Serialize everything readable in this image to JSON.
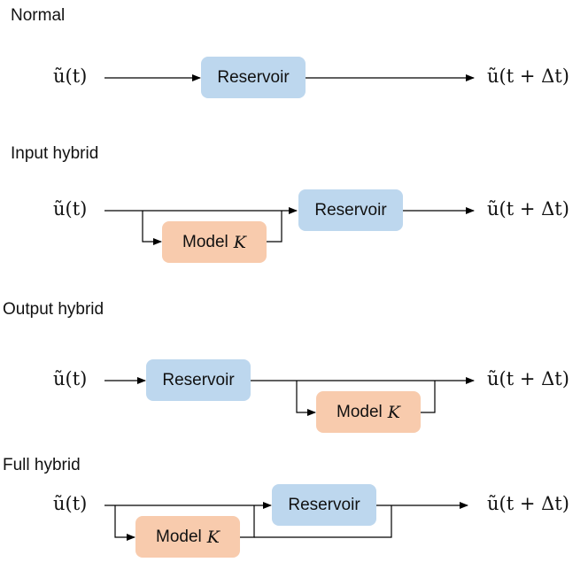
{
  "sections": {
    "normal": {
      "title": "Normal"
    },
    "input_hybrid": {
      "title": "Input hybrid"
    },
    "output_hybrid": {
      "title": "Output hybrid"
    },
    "full_hybrid": {
      "title": "Full hybrid"
    }
  },
  "labels": {
    "input": "ũ(t)",
    "output": "ũ(t + Δt)",
    "reservoir": "Reservoir",
    "model_word": "Model",
    "model_symbol": "K"
  },
  "colors": {
    "reservoir": "#bdd7ee",
    "model": "#f8cbad",
    "line": "#000000"
  }
}
